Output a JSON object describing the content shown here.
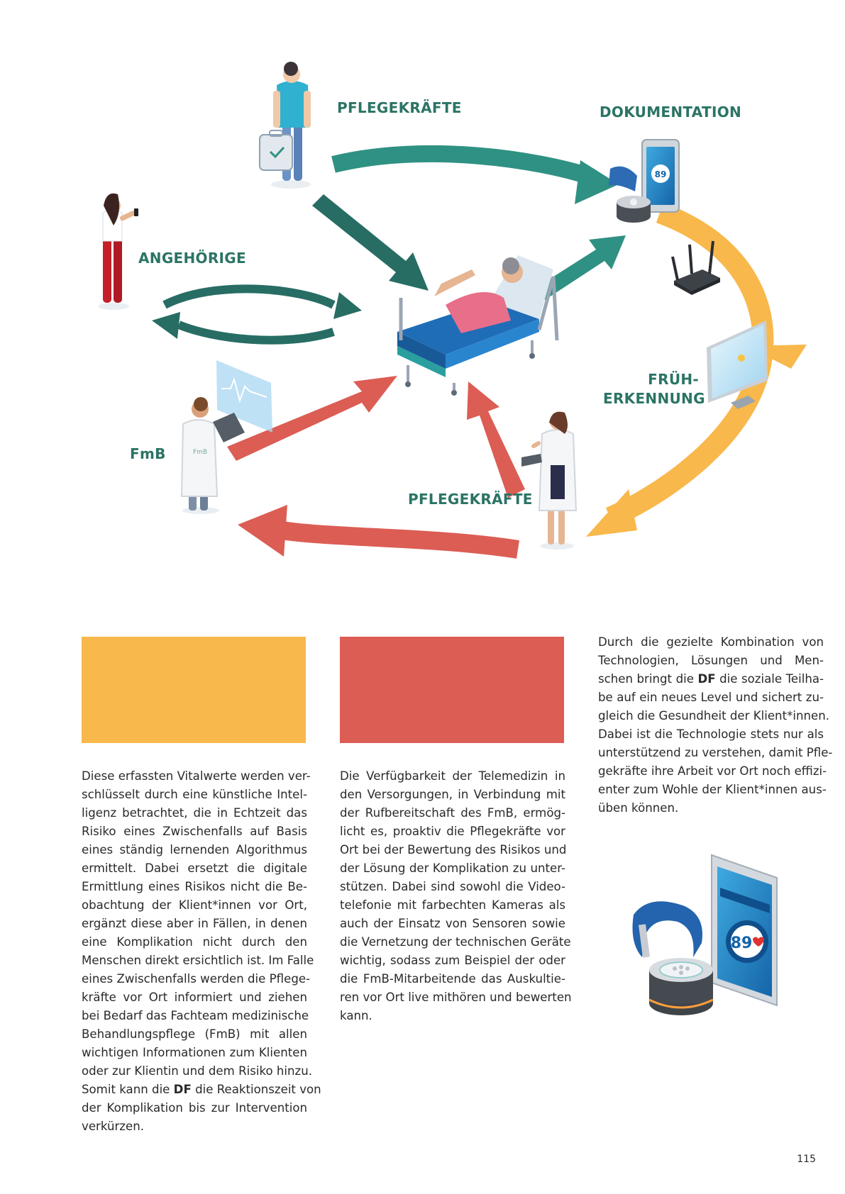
{
  "diagram": {
    "labels": {
      "pflege_top": "PFLEGEKRÄFTE",
      "dokumentation": "DOKUMENTATION",
      "angehoerige": "ANGEHÖRIGE",
      "frueh1": "FRÜH-",
      "frueh2": "ERKENNUNG",
      "fmb": "FmB",
      "pflege_bottom": "PFLEGEKRÄFTE"
    },
    "monitor_value": "89",
    "fmb_coat": "FmB"
  },
  "colors": {
    "teal_dark": "#276d64",
    "teal": "#2f9183",
    "orange": "#f8b84b",
    "red": "#dc5d54",
    "label": "#2b7465"
  },
  "columns": {
    "left": [
      "Diese erfassten Vitalwerte werden ver-",
      "schlüsselt durch eine künstliche Intel-",
      "ligenz betrachtet, die in Echtzeit das",
      "Risiko eines Zwischenfalls auf Basis",
      "eines ständig lernenden Algorithmus",
      "ermittelt. Dabei ersetzt die digitale",
      "Ermittlung eines Risikos nicht die Be-",
      "obachtung  der Klient*innen vor Ort,",
      "ergänzt diese aber in Fällen, in denen",
      "eine Komplikation nicht durch den",
      "Menschen direkt ersichtlich ist. Im Falle",
      "eines Zwischenfalls werden die Pflege-",
      "kräfte vor Ort informiert und ziehen",
      "bei Bedarf das Fachteam medizinische",
      "Behandlungspflege (FmB) mit allen",
      "wichtigen Informationen zum Klienten",
      "oder zur Klientin und dem Risiko hinzu."
    ],
    "left_tail_pre": "Somit kann die ",
    "left_tail_bold": "DF",
    "left_tail_post": " die Reaktionszeit von",
    "left_tail_lines": [
      "der Komplikation bis zur Intervention",
      "verkürzen."
    ],
    "middle": [
      "Die Verfügbarkeit der Telemedizin in",
      "den Versorgungen, in Verbindung mit",
      "der Rufbereitschaft des FmB, ermög-",
      "licht es, proaktiv die Pflegekräfte vor",
      "Ort bei der Bewertung des Risikos und",
      "der Lösung der Komplikation zu unter-",
      "stützen. Dabei sind sowohl die Video-",
      "telefonie mit farbechten Kameras als",
      "auch der Einsatz von Sensoren sowie",
      "die Vernetzung der technischen Geräte",
      "wichtig, sodass zum Beispiel der oder",
      "die FmB-Mitarbeitende das Auskultie-",
      "ren vor Ort live mithören und bewerten",
      "kann."
    ],
    "right_l1": "Durch die gezielte Kombination von",
    "right_l2": "Technologien, Lösungen und Men-",
    "right_l3_pre": "schen bringt die ",
    "right_l3_bold": "DF",
    "right_l3_post": " die soziale Teilha-",
    "right_rest": [
      "be auf ein neues Level und sichert zu-",
      "gleich die Gesundheit der Klient*innen.",
      "Dabei ist die Technologie stets nur als",
      "unterstützend zu verstehen, damit Pfle-",
      "gekräfte ihre Arbeit vor Ort noch effizi-",
      "enter zum Wohle der Klient*innen aus-",
      "üben können."
    ]
  },
  "device_value": "89",
  "page_number": "115"
}
